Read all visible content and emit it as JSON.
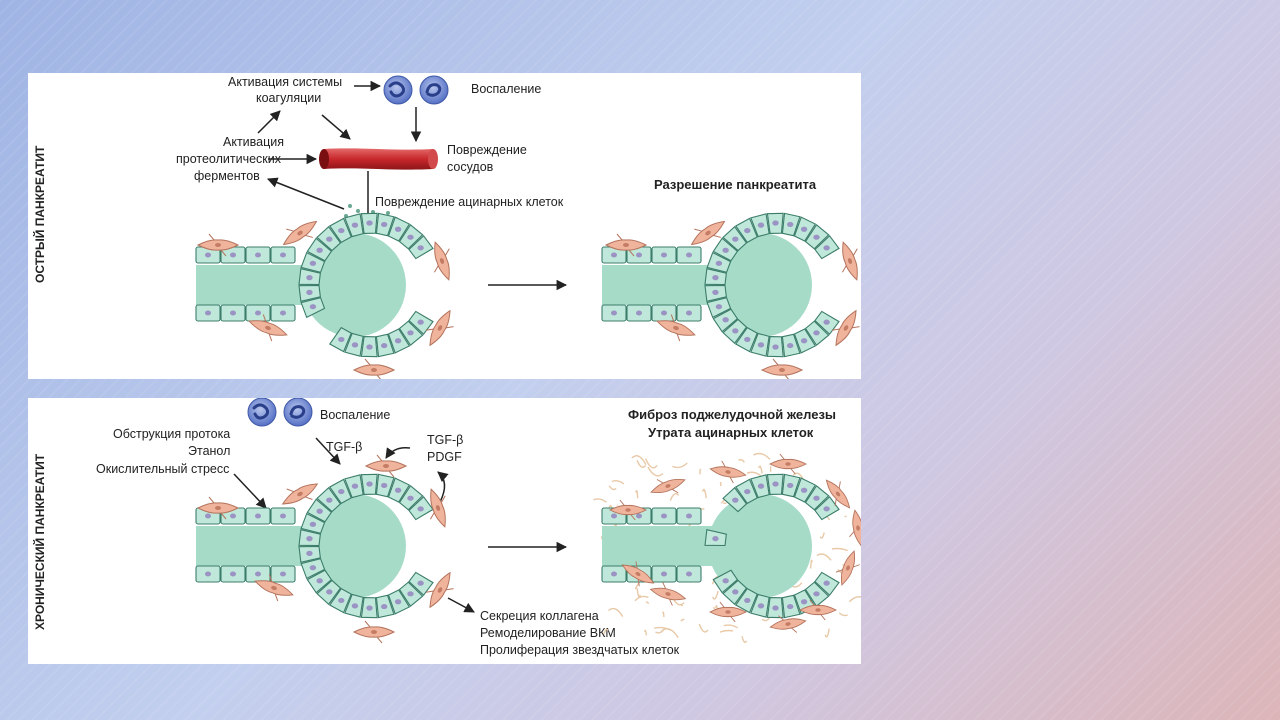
{
  "acute": {
    "title": "ОСТРЫЙ ПАНКРЕАТИТ",
    "coag_line1": "Активация системы",
    "coag_line2": "коагуляции",
    "inflammation": "Воспаление",
    "prot_line1": "Активация",
    "prot_line2": "протеолитических",
    "prot_line3": "ферментов",
    "vessel_line1": "Повреждение",
    "vessel_line2": "сосудов",
    "acinar_damage": "Повреждение ацинарных клеток",
    "resolution": "Разрешение панкреатита"
  },
  "chronic": {
    "title": "ХРОНИЧЕСКИЙ ПАНКРЕАТИТ",
    "inflammation": "Воспаление",
    "cause1": "Обструкция протока",
    "cause2": "Этанол",
    "cause3": "Окислительный стресс",
    "tgf": "TGF-β",
    "tgf2": "TGF-β",
    "pdgf": "PDGF",
    "effect1": "Секреция коллагена",
    "effect2": "Ремоделирование ВКМ",
    "effect3": "Пролиферация звездчатых клеток",
    "fibrosis": "Фиброз поджелудочной железы",
    "acinar_loss": "Утрата ацинарных клеток"
  }
}
